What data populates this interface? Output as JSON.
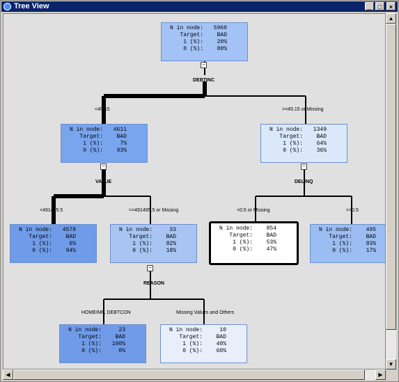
{
  "window": {
    "title": "Tree View",
    "minimize": "_",
    "maximize": "□",
    "close": "×"
  },
  "nodes": [
    {
      "n": "5960",
      "target": "BAD",
      "pct1": "20%",
      "pct0": "80%",
      "color": "#a3c2f5"
    },
    {
      "n": "4611",
      "target": "BAD",
      "pct1": "7%",
      "pct0": "93%",
      "color": "#79a5ee"
    },
    {
      "n": "1349",
      "target": "BAD",
      "pct1": "64%",
      "pct0": "36%",
      "color": "#dbe8fa"
    },
    {
      "n": "4578",
      "target": "BAD",
      "pct1": "6%",
      "pct0": "94%",
      "color": "#6f9be8"
    },
    {
      "n": "33",
      "target": "BAD",
      "pct1": "82%",
      "pct0": "18%",
      "color": "#a7c4f2"
    },
    {
      "n": "854",
      "target": "BAD",
      "pct1": "53%",
      "pct0": "47%",
      "color": "#ffffff"
    },
    {
      "n": "495",
      "target": "BAD",
      "pct1": "83%",
      "pct0": "17%",
      "color": "#9bbdf2"
    },
    {
      "n": "23",
      "target": "BAD",
      "pct1": "100%",
      "pct0": "0%",
      "color": "#6f9be8"
    },
    {
      "n": "10",
      "target": "BAD",
      "pct1": "40%",
      "pct0": "60%",
      "color": "#e8effb"
    }
  ],
  "node_labels": {
    "n": "N in node:",
    "target": "Target:",
    "cls1": "1 (%):",
    "cls0": "0 (%):"
  },
  "splits": {
    "debtinc": "DEBTINC",
    "value": "VALUE",
    "delinq": "DELINQ",
    "reason": "REASON"
  },
  "branches": {
    "lt4515": "<45.15",
    "ge4515": ">=45.15 or Missing",
    "lt4914955": "<491495.5",
    "ge4914955": ">=491495.5 or Missing",
    "lt05": "<0.5 or Missing",
    "ge05": ">=0.5",
    "homeimp": "HOMEIMP, DEBTCON",
    "missing_others": "Missing Values and Others"
  },
  "toggle_glyph": "−"
}
